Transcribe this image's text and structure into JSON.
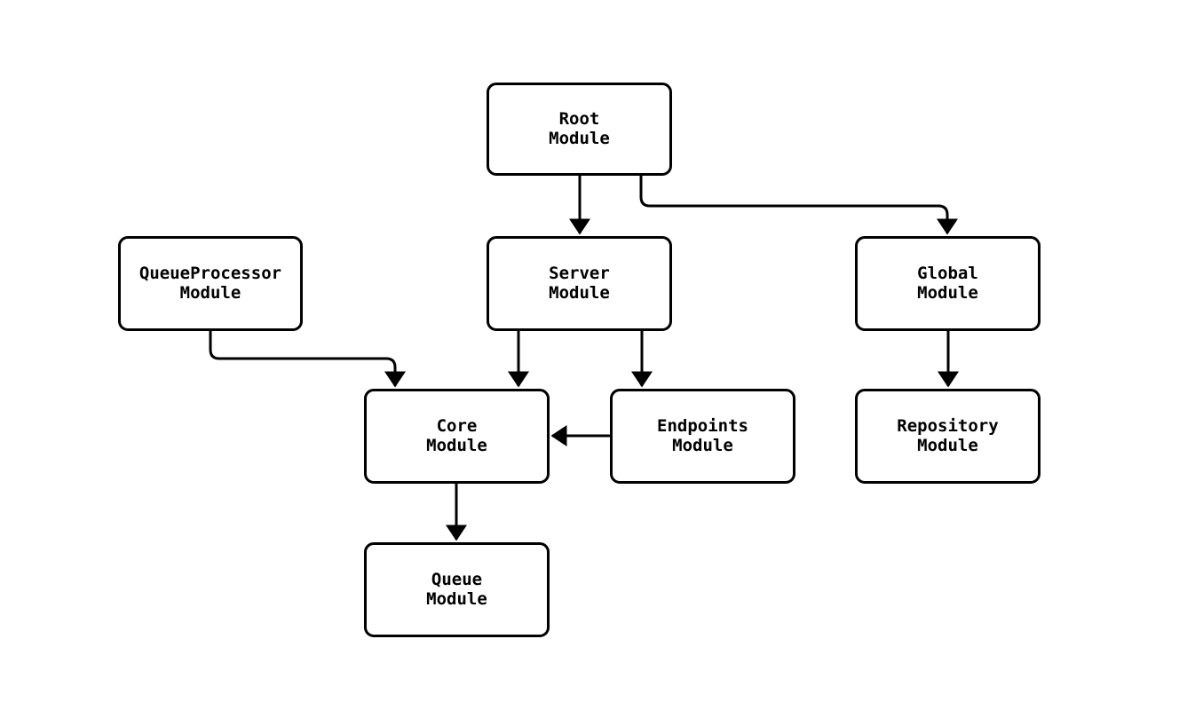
{
  "diagram": {
    "type": "flowchart",
    "direction": "top-down",
    "nodes": [
      {
        "id": "root",
        "line1": "Root",
        "line2": "Module"
      },
      {
        "id": "queueprocessor",
        "line1": "QueueProcessor",
        "line2": "Module"
      },
      {
        "id": "server",
        "line1": "Server",
        "line2": "Module"
      },
      {
        "id": "global",
        "line1": "Global",
        "line2": "Module"
      },
      {
        "id": "core",
        "line1": "Core",
        "line2": "Module"
      },
      {
        "id": "endpoints",
        "line1": "Endpoints",
        "line2": "Module"
      },
      {
        "id": "repository",
        "line1": "Repository",
        "line2": "Module"
      },
      {
        "id": "queue",
        "line1": "Queue",
        "line2": "Module"
      }
    ],
    "edges": [
      {
        "from": "Root Module",
        "to": "Server Module"
      },
      {
        "from": "Root Module",
        "to": "Global Module"
      },
      {
        "from": "QueueProcessor Module",
        "to": "Core Module"
      },
      {
        "from": "Server Module",
        "to": "Core Module"
      },
      {
        "from": "Server Module",
        "to": "Endpoints Module"
      },
      {
        "from": "Endpoints Module",
        "to": "Core Module"
      },
      {
        "from": "Global Module",
        "to": "Repository Module"
      },
      {
        "from": "Core Module",
        "to": "Queue Module"
      }
    ],
    "colors": {
      "background": "#ffffff",
      "node_fill": "#ffffff",
      "node_border": "#000000",
      "edge": "#000000",
      "text": "#000000"
    }
  }
}
